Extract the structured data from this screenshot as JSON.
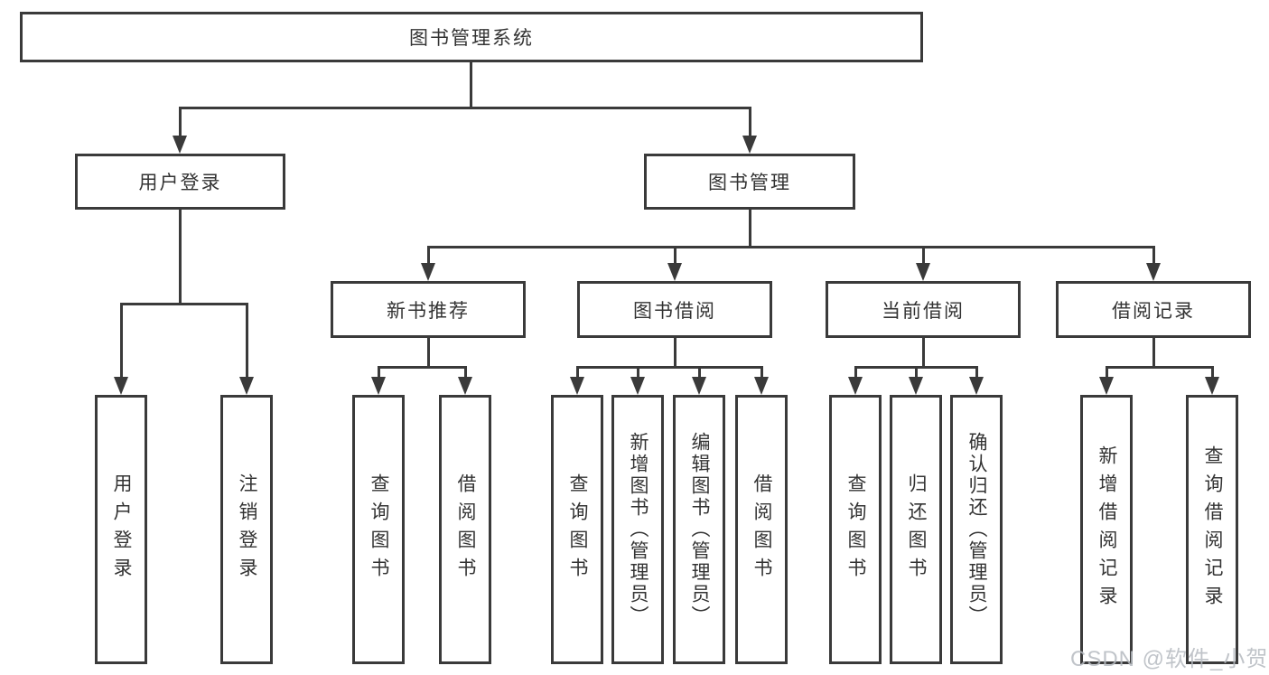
{
  "diagram": {
    "root": {
      "label": "图书管理系统"
    },
    "level2": [
      {
        "label": "用户登录"
      },
      {
        "label": "图书管理"
      }
    ],
    "level3": [
      {
        "label": "新书推荐"
      },
      {
        "label": "图书借阅"
      },
      {
        "label": "当前借阅"
      },
      {
        "label": "借阅记录"
      }
    ],
    "leaves": [
      {
        "parent": "用户登录",
        "label": "用户登录"
      },
      {
        "parent": "用户登录",
        "label": "注销登录"
      },
      {
        "parent": "新书推荐",
        "label": "查询图书"
      },
      {
        "parent": "新书推荐",
        "label": "借阅图书"
      },
      {
        "parent": "图书借阅",
        "label": "查询图书"
      },
      {
        "parent": "图书借阅",
        "label": "新增图书（管理员）"
      },
      {
        "parent": "图书借阅",
        "label": "编辑图书（管理员）"
      },
      {
        "parent": "图书借阅",
        "label": "借阅图书"
      },
      {
        "parent": "当前借阅",
        "label": "查询图书"
      },
      {
        "parent": "当前借阅",
        "label": "归还图书"
      },
      {
        "parent": "当前借阅",
        "label": "确认归还（管理员）"
      },
      {
        "parent": "借阅记录",
        "label": "新增借阅记录"
      },
      {
        "parent": "借阅记录",
        "label": "查询借阅记录"
      }
    ],
    "watermark": "CSDN @软件_小贺同学",
    "colors": {
      "line": "#3a3a3a",
      "text": "#333333",
      "watermark": "#b6bac0",
      "background": "#ffffff"
    }
  }
}
